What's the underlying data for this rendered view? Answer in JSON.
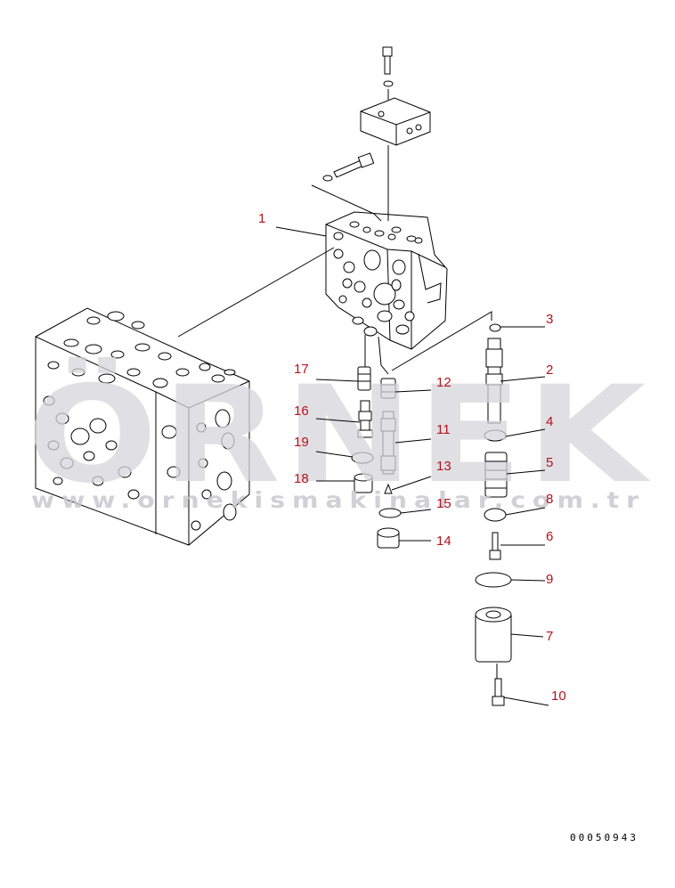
{
  "watermark": {
    "brand": "ÖRNEK",
    "url": "www.ornekismakinalar.com.tr"
  },
  "document_number": "00050943",
  "callouts": [
    {
      "id": "1",
      "text": "1"
    },
    {
      "id": "2",
      "text": "2"
    },
    {
      "id": "3",
      "text": "3"
    },
    {
      "id": "4",
      "text": "4"
    },
    {
      "id": "5",
      "text": "5"
    },
    {
      "id": "6",
      "text": "6"
    },
    {
      "id": "7",
      "text": "7"
    },
    {
      "id": "8",
      "text": "8"
    },
    {
      "id": "9",
      "text": "9"
    },
    {
      "id": "10",
      "text": "10"
    },
    {
      "id": "11",
      "text": "11"
    },
    {
      "id": "12",
      "text": "12"
    },
    {
      "id": "13",
      "text": "13"
    },
    {
      "id": "14",
      "text": "14"
    },
    {
      "id": "15",
      "text": "15"
    },
    {
      "id": "16",
      "text": "16"
    },
    {
      "id": "17",
      "text": "17"
    },
    {
      "id": "18",
      "text": "18"
    },
    {
      "id": "19",
      "text": "19"
    }
  ],
  "colors": {
    "callout": "#b5121b",
    "line": "#000000",
    "watermark": "#d6d6dc"
  }
}
